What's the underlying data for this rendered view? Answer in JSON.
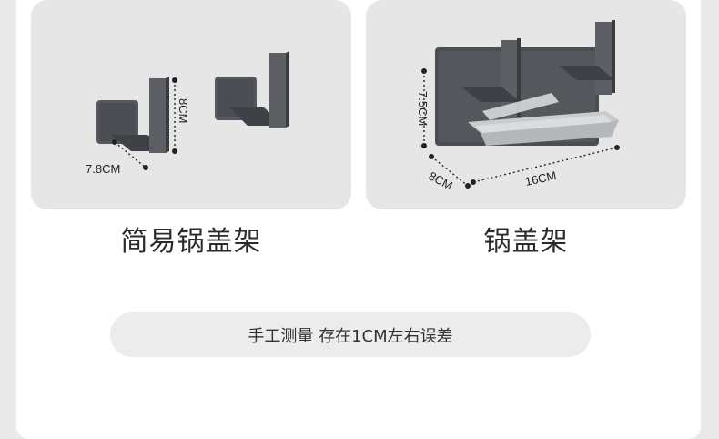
{
  "products": [
    {
      "caption": "简易锅盖架",
      "dimensions": {
        "width": "7.8CM",
        "height": "8CM"
      }
    },
    {
      "caption": "锅盖架",
      "dimensions": {
        "height": "7.5CM",
        "depth": "8CM",
        "width": "16CM"
      }
    }
  ],
  "note": "手工测量 存在1CM左右误差",
  "colors": {
    "background": "#e9e9e9",
    "panel": "#ffffff",
    "card": "#e6e6e6",
    "metal_dark": "#4a4d52",
    "tray": "#c9cccf"
  }
}
